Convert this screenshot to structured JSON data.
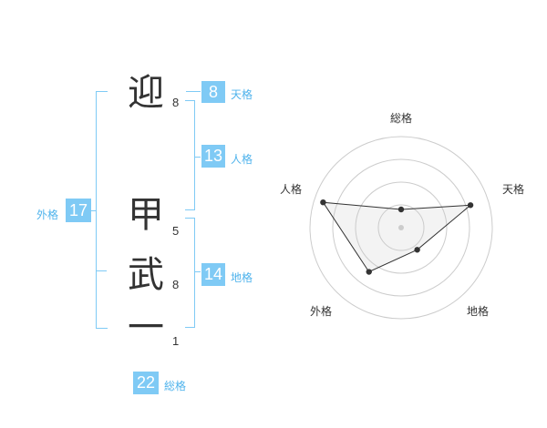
{
  "name": {
    "surname": [
      {
        "char": "迎",
        "strokes": "8"
      }
    ],
    "given": [
      {
        "char": "甲",
        "strokes": "5"
      },
      {
        "char": "武",
        "strokes": "8"
      },
      {
        "char": "一",
        "strokes": "1"
      }
    ]
  },
  "kaku": {
    "ten": {
      "value": "8",
      "label": "天格"
    },
    "jin": {
      "value": "13",
      "label": "人格"
    },
    "chi": {
      "value": "14",
      "label": "地格"
    },
    "gai": {
      "value": "17",
      "label": "外格"
    },
    "so": {
      "value": "22",
      "label": "総格"
    }
  },
  "colors": {
    "accent": "#7fcaf5",
    "accent_text": "#4fb3ec",
    "text": "#333333"
  },
  "chart_data": {
    "type": "radar",
    "axes": [
      "総格",
      "天格",
      "地格",
      "外格",
      "人格"
    ],
    "rings": 4,
    "values": [
      0.2,
      0.8,
      0.3,
      0.6,
      0.9
    ]
  }
}
